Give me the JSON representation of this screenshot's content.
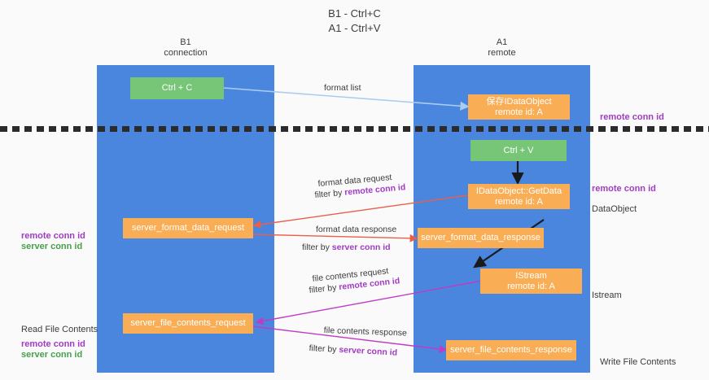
{
  "title": "B1 - Ctrl+C\nA1 - Ctrl+V",
  "columns": [
    {
      "id": "b1",
      "heading": "B1\nconnection"
    },
    {
      "id": "a1",
      "heading": "A1\nremote"
    }
  ],
  "nodes": {
    "ctrl_c": {
      "label": "Ctrl + C"
    },
    "save_dataobject": {
      "line1": "保存IDataObject",
      "line2": "remote id: A"
    },
    "ctrl_v": {
      "label": "Ctrl + V"
    },
    "getdata": {
      "line1": "IDataObject::GetData",
      "line2": "remote id: A"
    },
    "server_format_data_request": {
      "label": "server_format_data_request"
    },
    "server_format_data_response": {
      "label": "server_format_data_response"
    },
    "istream": {
      "line1": "IStream",
      "line2": "remote id: A"
    },
    "server_file_contents_request": {
      "label": "server_file_contents_request"
    },
    "server_file_contents_response": {
      "label": "server_file_contents_response"
    }
  },
  "edges": {
    "format_list": "format list",
    "format_data_request": "format data request",
    "format_data_request_filter_prefix": "filter by ",
    "format_data_request_filter_key": "remote conn id",
    "format_data_response": "format data response",
    "format_data_response_filter_prefix": "filter by ",
    "format_data_response_filter_key": "server conn id",
    "file_contents_request": "file contents request",
    "file_contents_request_filter_prefix": "filter by ",
    "file_contents_request_filter_key": "remote conn id",
    "file_contents_response": "file contents response",
    "file_contents_response_filter_prefix": "filter by ",
    "file_contents_response_filter_key": "server conn id"
  },
  "annotations": {
    "right_remote_conn_id_top": "remote conn id",
    "right_remote_conn_id_mid": "remote conn id",
    "right_dataobject": "DataObject",
    "right_istream": "Istream",
    "right_write_file_contents": "Write File Contents",
    "left_remote_conn_id": "remote conn id",
    "left_server_conn_id": "server conn id",
    "left_read_file_contents": "Read File Contents",
    "left_remote_conn_id_2": "remote conn id",
    "left_server_conn_id_2": "server conn id"
  },
  "colors": {
    "column_blue": "#4a86de",
    "node_green": "#77c678",
    "node_orange": "#f9ad55",
    "key_purple": "#a23bc4",
    "key_green": "#46a04a",
    "arrow_light_blue": "#a8cdf0",
    "arrow_red": "#e8604c",
    "arrow_black": "#1a1a1a",
    "arrow_magenta": "#c03bc4",
    "divider_dash": "#2b2b2b"
  }
}
